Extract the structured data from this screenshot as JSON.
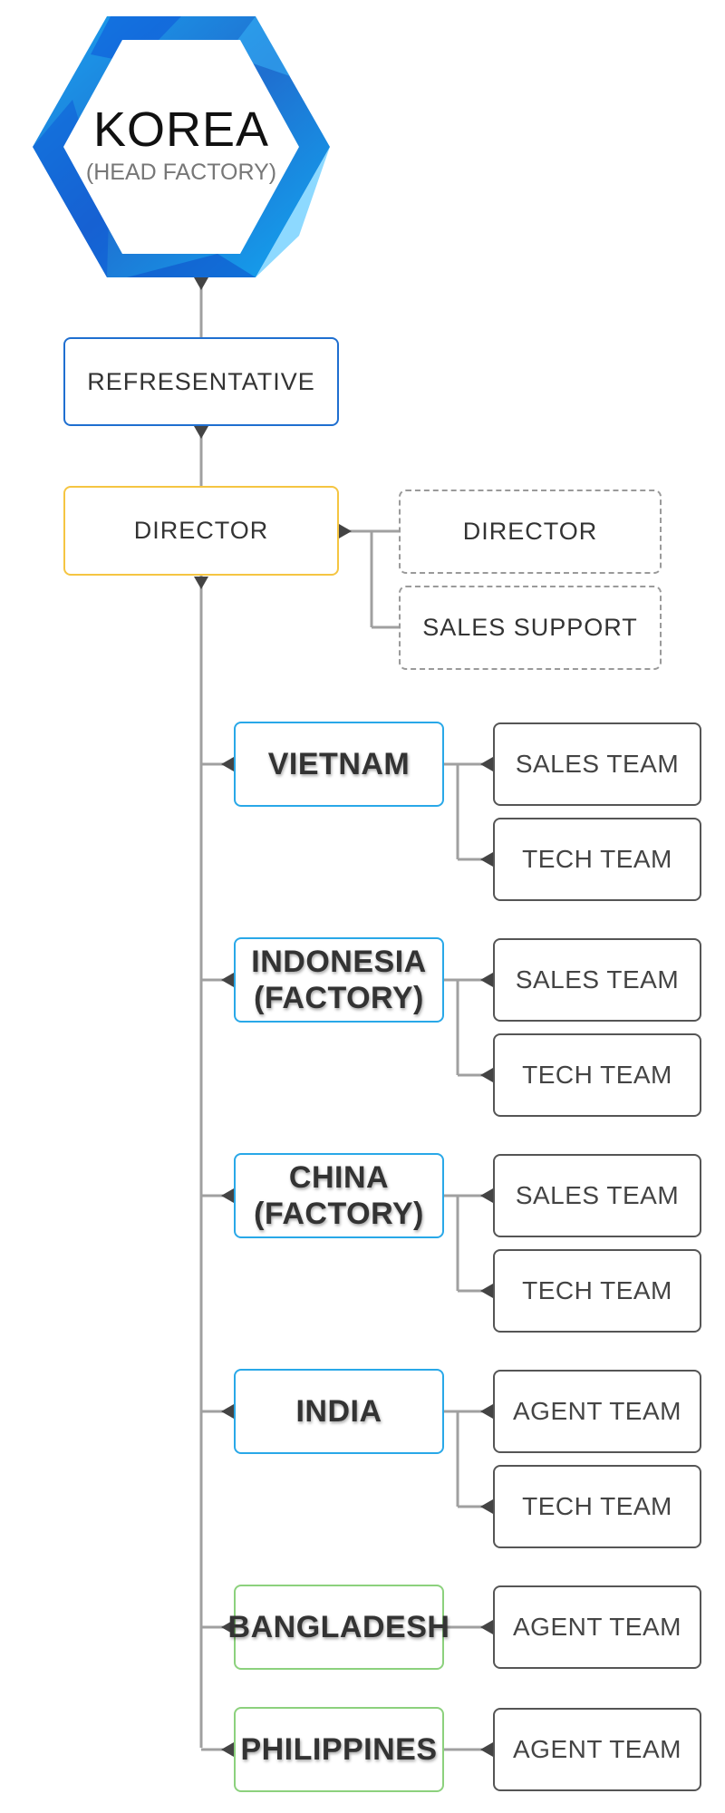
{
  "headquarters": {
    "title": "KOREA",
    "subtitle": "(HEAD FACTORY)"
  },
  "management": {
    "representative": "REFRESENTATIVE",
    "director": "DIRECTOR",
    "side_units": [
      "DIRECTOR",
      "SALES SUPPORT"
    ]
  },
  "branches": [
    {
      "name": "VIETNAM",
      "teams": [
        "SALES TEAM",
        "TECH TEAM"
      ]
    },
    {
      "name": "INDONESIA\n(FACTORY)",
      "teams": [
        "SALES TEAM",
        "TECH TEAM"
      ]
    },
    {
      "name": "CHINA\n(FACTORY)",
      "teams": [
        "SALES TEAM",
        "TECH TEAM"
      ]
    },
    {
      "name": "INDIA",
      "teams": [
        "AGENT TEAM",
        "TECH TEAM"
      ]
    },
    {
      "name": "BANGLADESH",
      "teams": [
        "AGENT TEAM"
      ]
    },
    {
      "name": "PHILIPPINES",
      "teams": [
        "AGENT TEAM"
      ]
    }
  ],
  "colors": {
    "hq_blue": "#1f6fd0",
    "hq_light": "#29a8e8",
    "director_border": "#f5c542",
    "factory_branch_border": "#29a8e8",
    "agent_branch_border": "#8cd17d",
    "connector": "#a0a0a0",
    "arrow": "#444444"
  }
}
